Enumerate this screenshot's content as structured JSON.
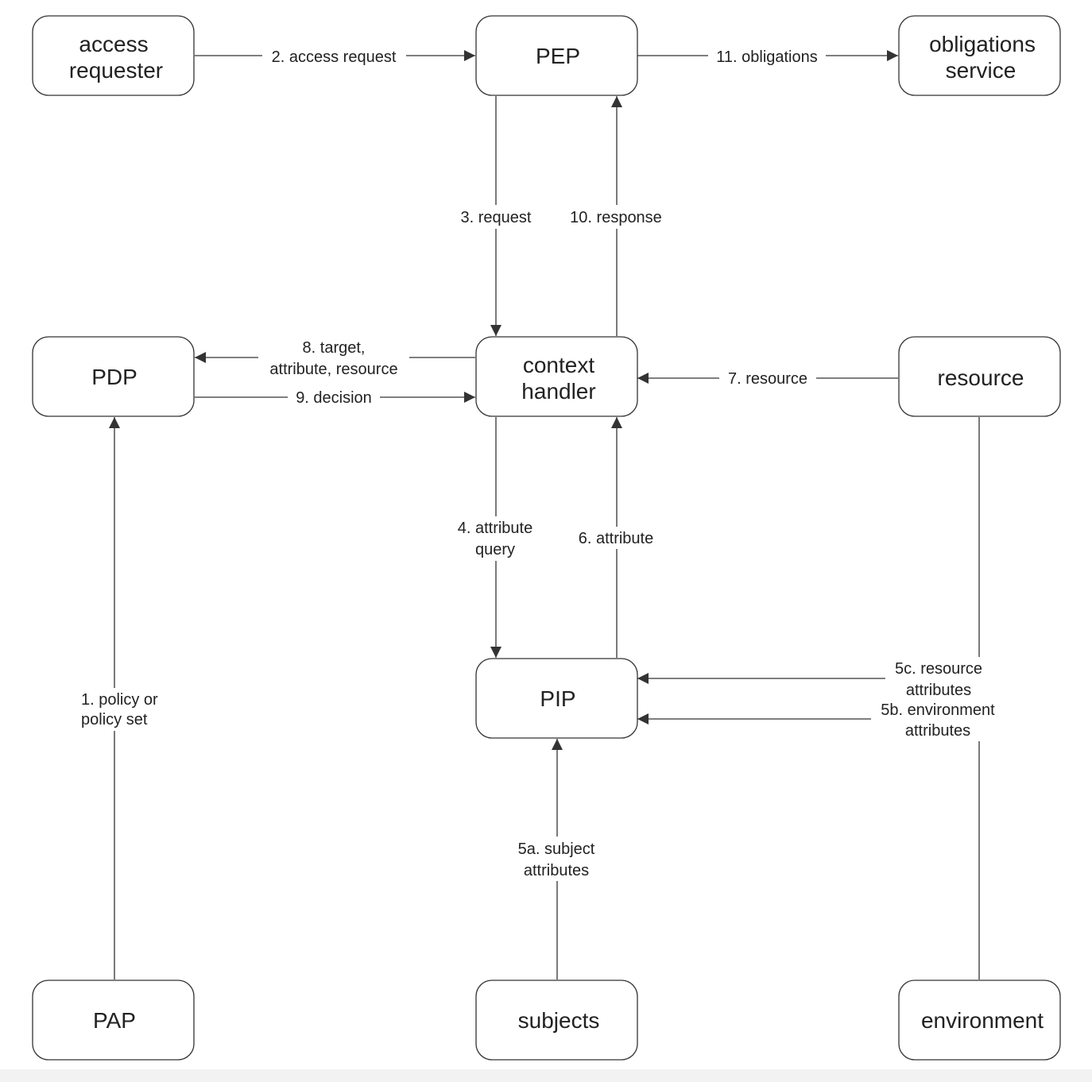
{
  "nodes": {
    "access_requester": [
      "access",
      "requester"
    ],
    "pep": [
      "PEP"
    ],
    "obligations_service": [
      "obligations",
      "service"
    ],
    "pdp": [
      "PDP"
    ],
    "context_handler": [
      "context",
      "handler"
    ],
    "resource": [
      "resource"
    ],
    "pip": [
      "PIP"
    ],
    "pap": [
      "PAP"
    ],
    "subjects": [
      "subjects"
    ],
    "environment": [
      "environment"
    ]
  },
  "edges": {
    "e1": [
      "1. policy or",
      "policy set"
    ],
    "e2": [
      "2. access request"
    ],
    "e3": [
      "3. request"
    ],
    "e4": [
      "4. attribute",
      "query"
    ],
    "e5a": [
      "5a. subject",
      "attributes"
    ],
    "e5b": [
      "5b. environment",
      "attributes"
    ],
    "e5c": [
      "5c. resource",
      "attributes"
    ],
    "e6": [
      "6. attribute"
    ],
    "e7": [
      "7. resource"
    ],
    "e8": [
      "8. target,",
      "attribute, resource"
    ],
    "e9": [
      "9. decision"
    ],
    "e10": [
      "10. response"
    ],
    "e11": [
      "11. obligations"
    ]
  },
  "colors": {
    "stroke": "#333333",
    "text": "#222222",
    "background": "#ffffff"
  }
}
